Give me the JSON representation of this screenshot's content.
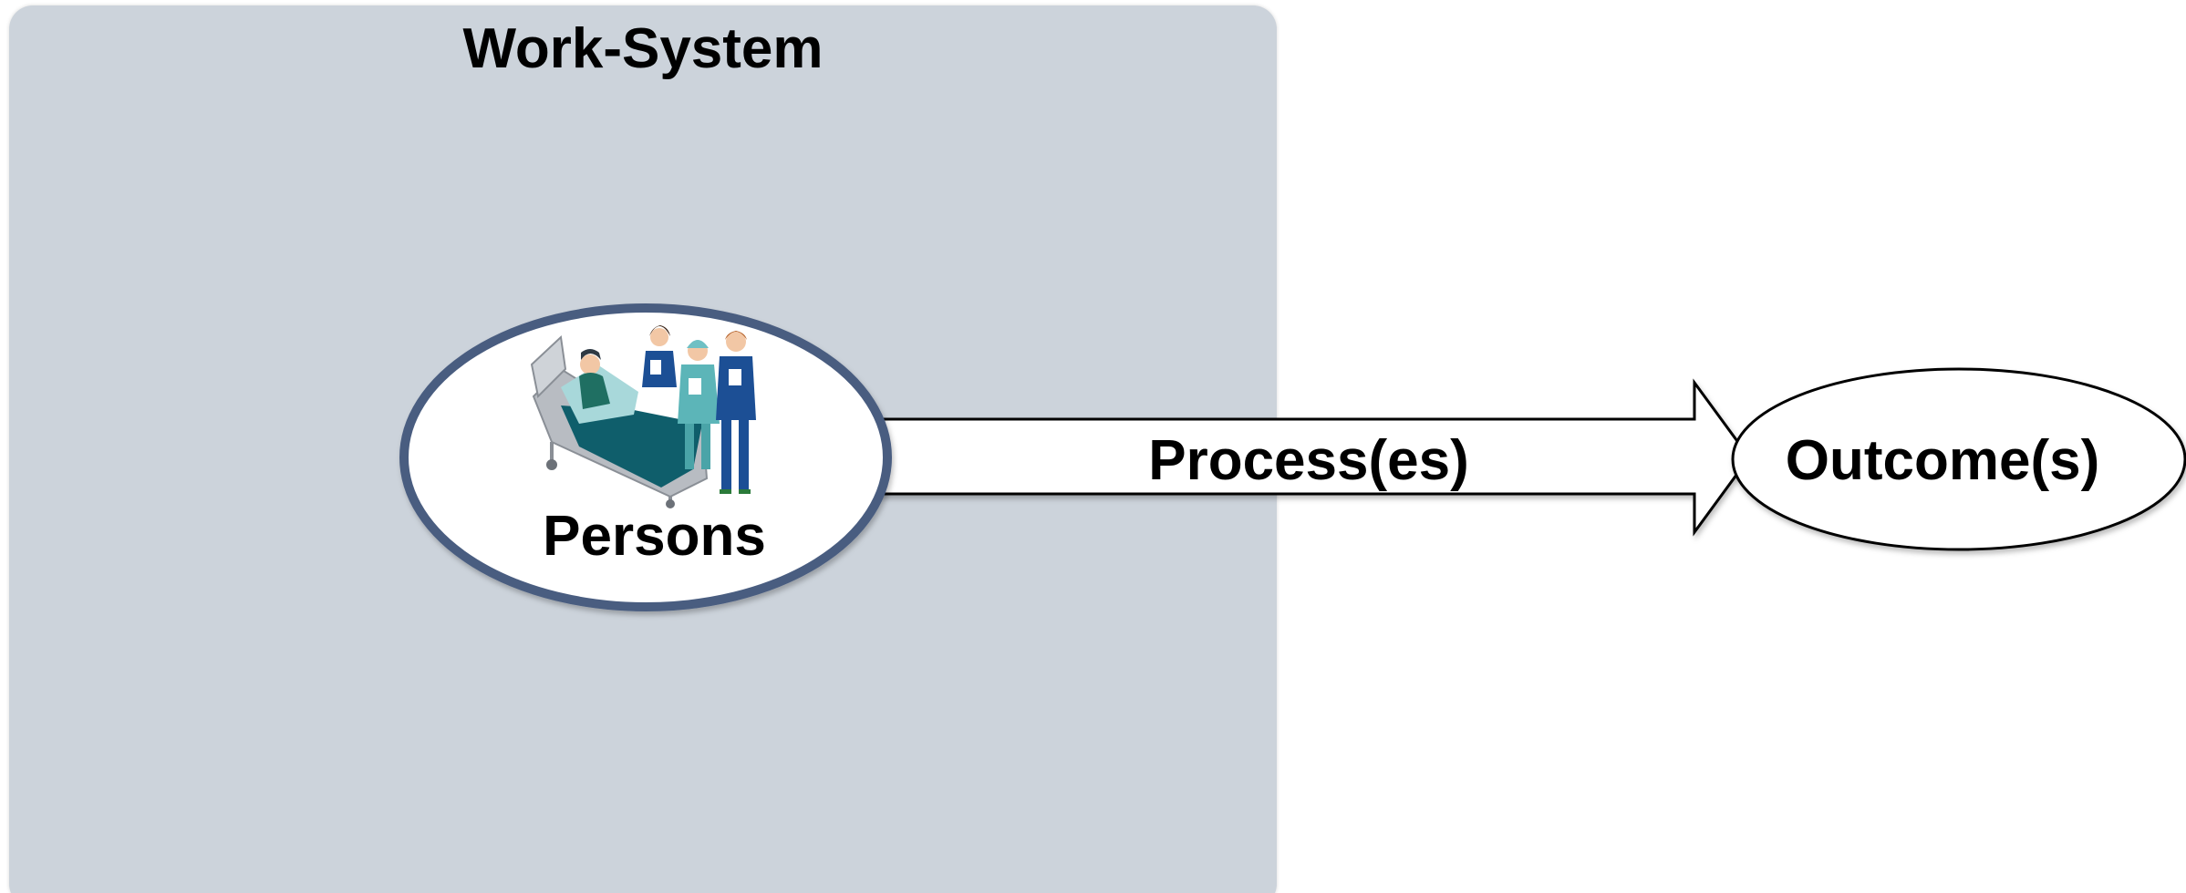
{
  "work_system": {
    "title": "Work-System",
    "fill_color": "#ccd3db"
  },
  "persons": {
    "label": "Persons",
    "icon": "hospital-staff-with-patient-in-bed-icon",
    "ring_color": "#4a5d80"
  },
  "process": {
    "label": "Process(es)"
  },
  "outcome": {
    "label": "Outcome(s)"
  }
}
